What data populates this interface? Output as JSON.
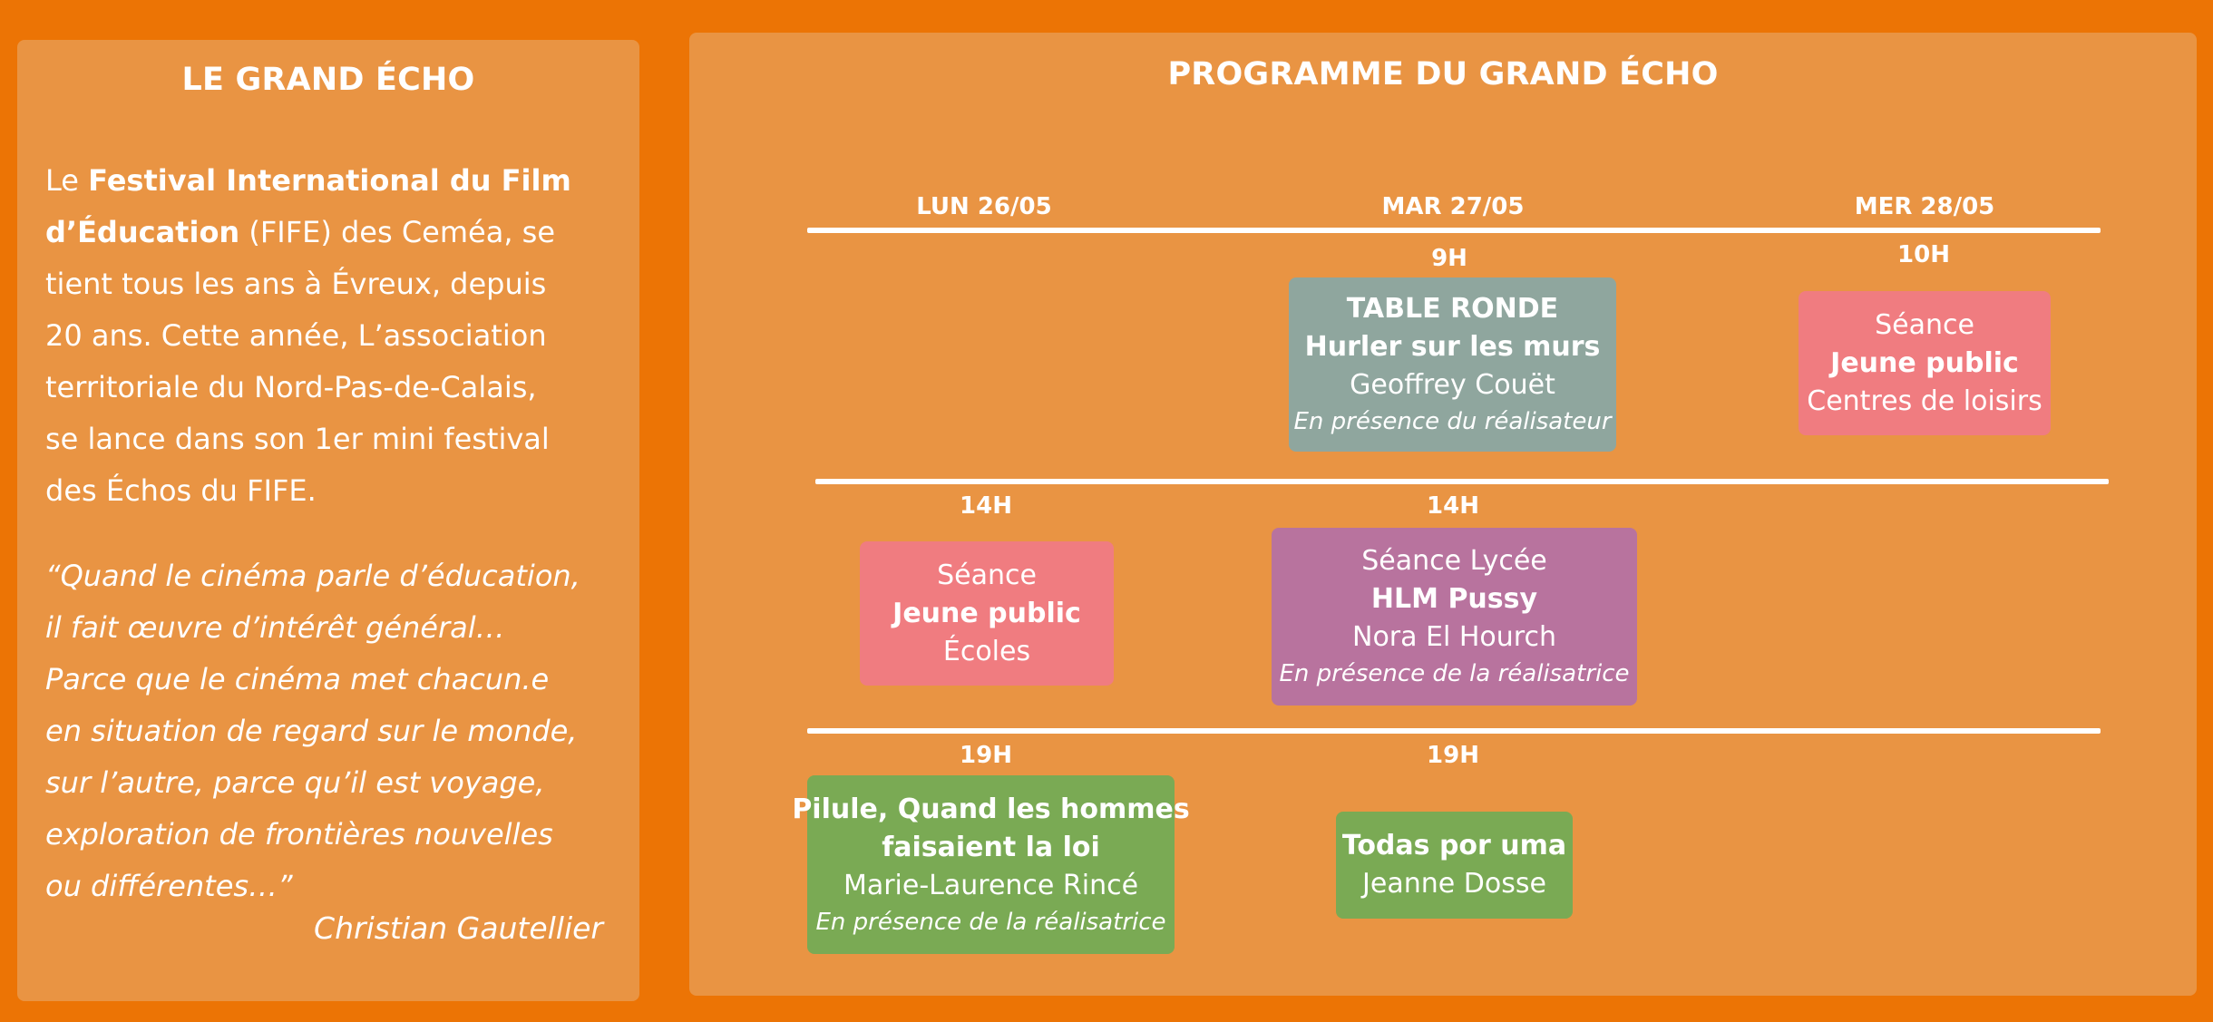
{
  "left": {
    "title": "LE GRAND ÉCHO",
    "intro_prefix": "Le ",
    "intro_bold": "Festival International du Film\nd’Éducation",
    "intro_rest": " (FIFE) des Ceméa, se\ntient tous les ans à Évreux, depuis\n20 ans. Cette année, L’association\nterritoriale  du Nord-Pas-de-Calais,\nse lance dans son 1er mini festival\n des Échos du FIFE.",
    "quote": "“Quand le cinéma parle d’éducation,\nil fait œuvre d’intérêt général…\nParce que le cinéma met chacun.e\nen situation de regard sur le monde,\nsur l’autre, parce qu’il est voyage,\nexploration de frontières nouvelles\nou différentes…”",
    "quote_author": "Christian Gautellier"
  },
  "program": {
    "title": "PROGRAMME DU GRAND ÉCHO",
    "days": [
      "LUN 26/05",
      "MAR 27/05",
      "MER 28/05"
    ],
    "times": {
      "tue_morning": "9H",
      "wed_morning": "10H",
      "mon_afternoon": "14H",
      "tue_afternoon": "14H",
      "mon_evening": "19H",
      "tue_evening": "19H"
    },
    "events": {
      "table_ronde": {
        "line1": "TABLE RONDE",
        "line2": "Hurler sur les murs",
        "line3": "Geoffrey Couët",
        "line4": "En présence du réalisateur"
      },
      "jeune_public_wed": {
        "line1": "Séance",
        "line2": "Jeune public",
        "line3": "Centres de loisirs"
      },
      "jeune_public_mon": {
        "line1": "Séance",
        "line2": "Jeune public",
        "line3": "Écoles"
      },
      "lycee": {
        "line1": "Séance Lycée",
        "line2": "HLM Pussy",
        "line3": "Nora El Hourch",
        "line4": "En présence de la réalisatrice"
      },
      "pilule": {
        "line1": "Pilule, Quand les hommes",
        "line2": "faisaient la loi",
        "line3": "Marie-Laurence Rincé",
        "line4": "En présence de la réalisatrice"
      },
      "todas": {
        "line1": "Todas por uma",
        "line2": "Jeanne Dosse"
      }
    }
  },
  "colors": {
    "page_bg": "#EC7405",
    "panel_bg": "#E99443",
    "table_ronde": "#8FA69E",
    "jeune_public": "#F07C80",
    "lycee": "#B8739E",
    "evening": "#7AAA54"
  }
}
